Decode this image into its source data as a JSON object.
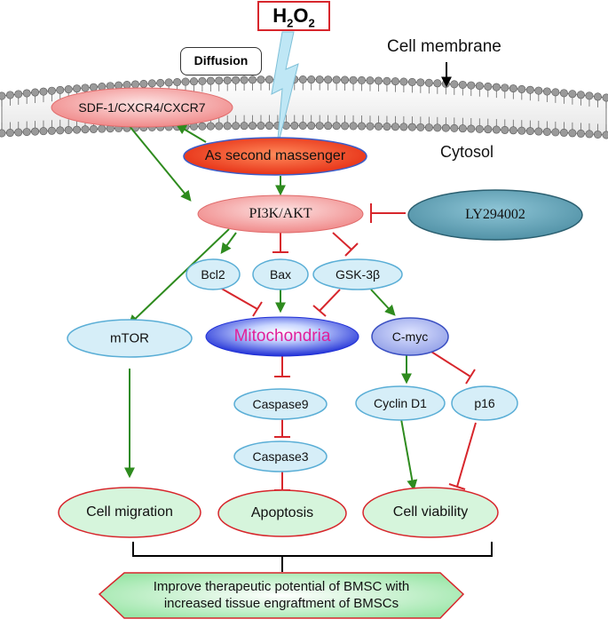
{
  "title_chemical": {
    "base": "H",
    "sub1": "2",
    "mid": "O",
    "sub2": "2"
  },
  "labels": {
    "diffusion": "Diffusion",
    "cell_membrane": "Cell membrane",
    "cytosol": "Cytosol"
  },
  "nodes": {
    "receptor": "SDF-1/CXCR4/CXCR7",
    "second_messenger": "As second massenger",
    "pi3k": "PI3K/AKT",
    "inhibitor": "LY294002",
    "bcl2": "Bcl2",
    "bax": "Bax",
    "gsk": "GSK-3β",
    "mtor": "mTOR",
    "mito": "Mitochondria",
    "cmyc": "C-myc",
    "casp9": "Caspase9",
    "casp3": "Caspase3",
    "cyclin": "Cyclin D1",
    "p16": "p16",
    "migration": "Cell migration",
    "apoptosis": "Apoptosis",
    "viability": "Cell viability"
  },
  "outcome": {
    "line1": "Improve therapeutic potential of BMSC with",
    "line2": "increased tissue engraftment of BMSCs"
  },
  "colors": {
    "activation": "#2e8b1e",
    "inhibition": "#d7262c",
    "node_fill": "#d6eef8",
    "node_stroke": "#5aaed6",
    "outcome_fill": "#d6f5dc",
    "outcome_stroke": "#d7262c",
    "membrane_head": "#9a9a9a"
  }
}
